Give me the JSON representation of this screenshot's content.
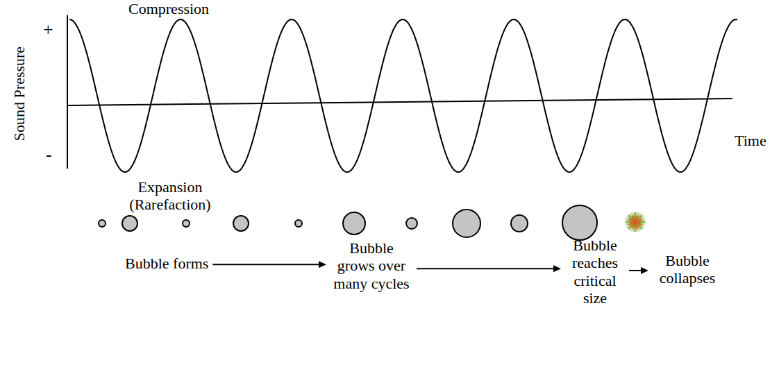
{
  "diagram": {
    "nodes": [
      {
        "text": [
          "Bubble forms"
        ]
      },
      {
        "text": [
          "Bubble grows over many cycles"
        ]
      },
      {
        "text": [
          "Bubble reaches critical size"
        ]
      },
      {
        "text": [
          "Bubble collapses"
        ]
      }
    ],
    "edges": [
      {
        "from": 0,
        "to": 1,
        "arrow": "to"
      },
      {
        "from": 1,
        "to": 2,
        "arrow": "to"
      },
      {
        "from": 2,
        "to": 3,
        "arrow": "to"
      }
    ],
    "labels": [
      "Compression",
      "Sound Pressure",
      "+",
      "-",
      "Time",
      "Expansion (Rarefaction)"
    ]
  }
}
